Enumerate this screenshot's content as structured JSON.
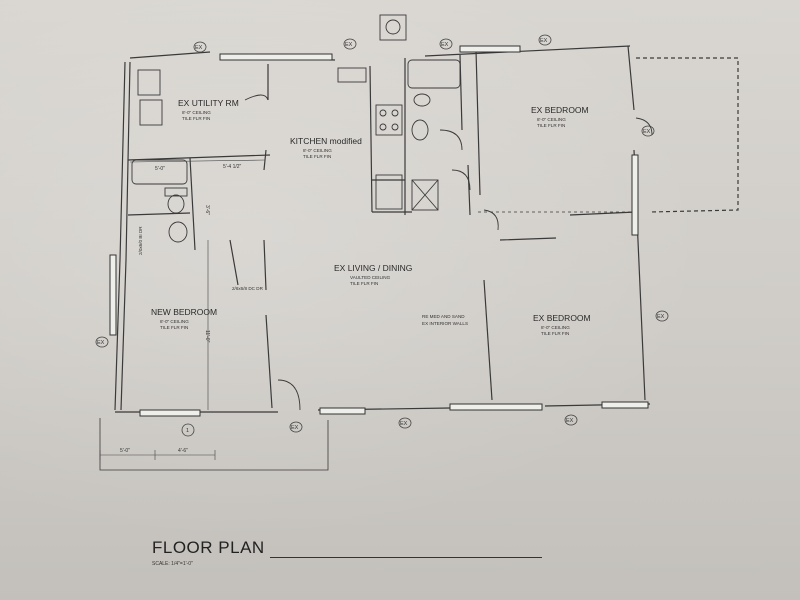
{
  "drawing": {
    "title": "FLOOR PLAN",
    "scale": "SCALE: 1/4\"=1'-0\""
  },
  "rooms": {
    "utility": {
      "name": "EX UTILITY RM",
      "ceiling": "8'-0\" CEILING",
      "floor": "TILE FLR FIN"
    },
    "kitchen": {
      "name": "KITCHEN modified",
      "ceiling": "8'-0\" CEILING",
      "floor": "TILE FLR FIN"
    },
    "bedroom_top_right": {
      "name": "EX BEDROOM",
      "ceiling": "8'-0\" CEILING",
      "floor": "TILE FLR FIN"
    },
    "living": {
      "name": "EX LIVING / DINING",
      "ceiling": "VAULTED CEILING",
      "floor": "TILE FLR FIN"
    },
    "new_bedroom": {
      "name": "NEW BEDROOM",
      "ceiling": "8'-0\" CEILING",
      "floor": "TILE FLR FIN"
    },
    "bedroom_bottom_right": {
      "name": "EX BEDROOM",
      "ceiling": "8'-0\" CEILING",
      "floor": "TILE FLR FIN"
    }
  },
  "notes": {
    "walls_1": "RE MED AND SAND",
    "walls_2": "EX INTERIOR WALLS",
    "closet": "2/0x6/0 BI DR",
    "closet_2": "2/6x6/8 DC DR"
  },
  "dimensions": {
    "d1": "5'-0\"",
    "d2": "5'-4 1/2\"",
    "d3": "5'-0\"",
    "d4": "4'-6\"",
    "d5": "3'-6\"",
    "d6": "11'-0\""
  },
  "tags": {
    "existing": "EX",
    "section": "1"
  },
  "colors": {
    "paper": "#d3d0cb",
    "ink": "#2a2a2a",
    "wall": "#3a3a3a"
  }
}
